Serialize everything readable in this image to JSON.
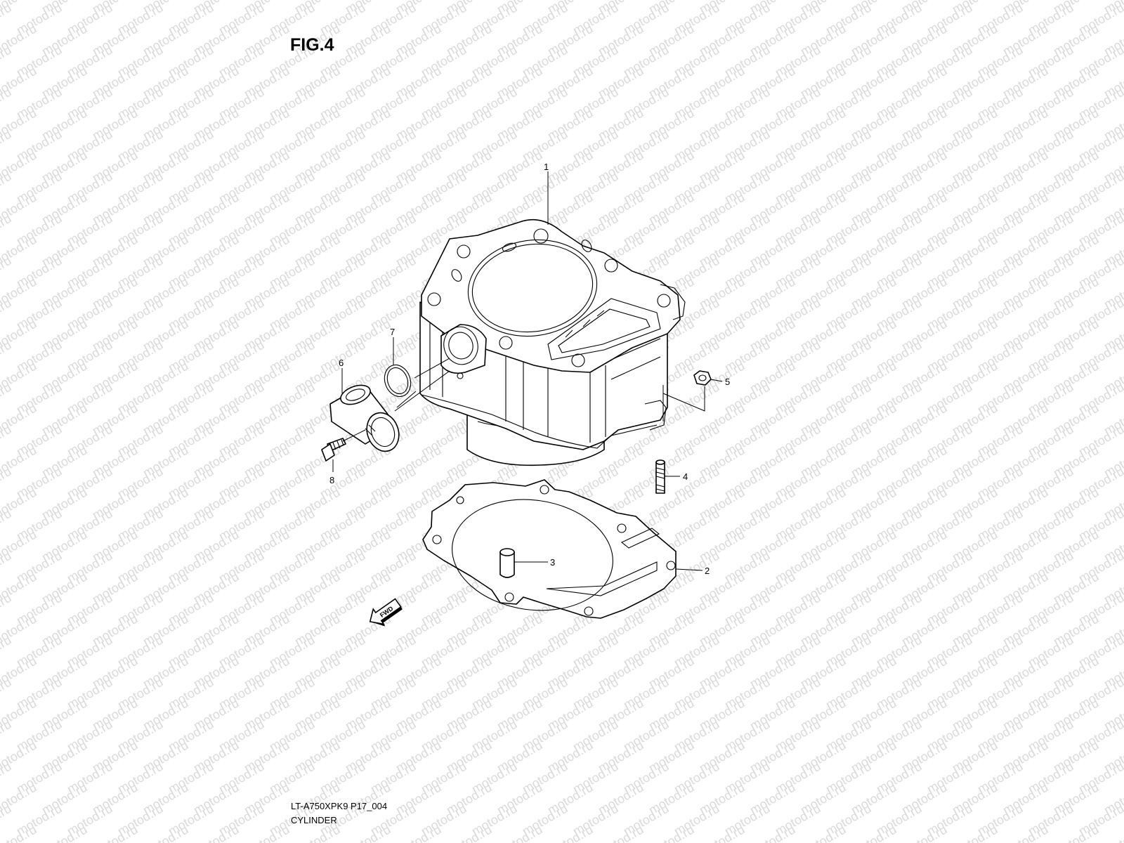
{
  "figure": {
    "title": "FIG.4",
    "model_code": "LT-A750XPK9 P17_004",
    "name": "CYLINDER"
  },
  "watermark_text": "motod.ru",
  "direction_arrow": "FWD",
  "parts": [
    {
      "id": "1",
      "label": "1"
    },
    {
      "id": "2",
      "label": "2"
    },
    {
      "id": "3",
      "label": "3"
    },
    {
      "id": "4",
      "label": "4"
    },
    {
      "id": "5",
      "label": "5"
    },
    {
      "id": "6",
      "label": "6"
    },
    {
      "id": "7",
      "label": "7"
    },
    {
      "id": "8",
      "label": "8"
    }
  ],
  "colors": {
    "line": "#000000",
    "watermark": "#dadada",
    "background": "#ffffff"
  }
}
